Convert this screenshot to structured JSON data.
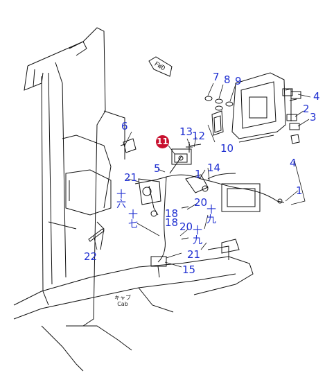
{
  "labels": {
    "l1a": "1",
    "l1b": "1",
    "l2": "2",
    "l3": "3",
    "l4a": "4",
    "l4b": "4",
    "l5": "5",
    "l6": "6",
    "l7": "7",
    "l8": "8",
    "l9": "9",
    "l10": "10",
    "l11": "11",
    "l12": "12",
    "l13": "13",
    "l14": "14",
    "l15": "15",
    "l16": "十六",
    "l17": "十七",
    "l18a": "18",
    "l18b": "18",
    "l19a": "十九",
    "l19b": "十九",
    "l20a": "20",
    "l20b": "20",
    "l21a": "21",
    "l21b": "21",
    "l22": "22"
  },
  "diagram_text": {
    "fwd": "FWD",
    "cab_kana": "キャブ",
    "cab_en": "Cab"
  },
  "colors": {
    "label": "#1f2fd1",
    "highlight": "#c8102e",
    "line": "#111111"
  }
}
